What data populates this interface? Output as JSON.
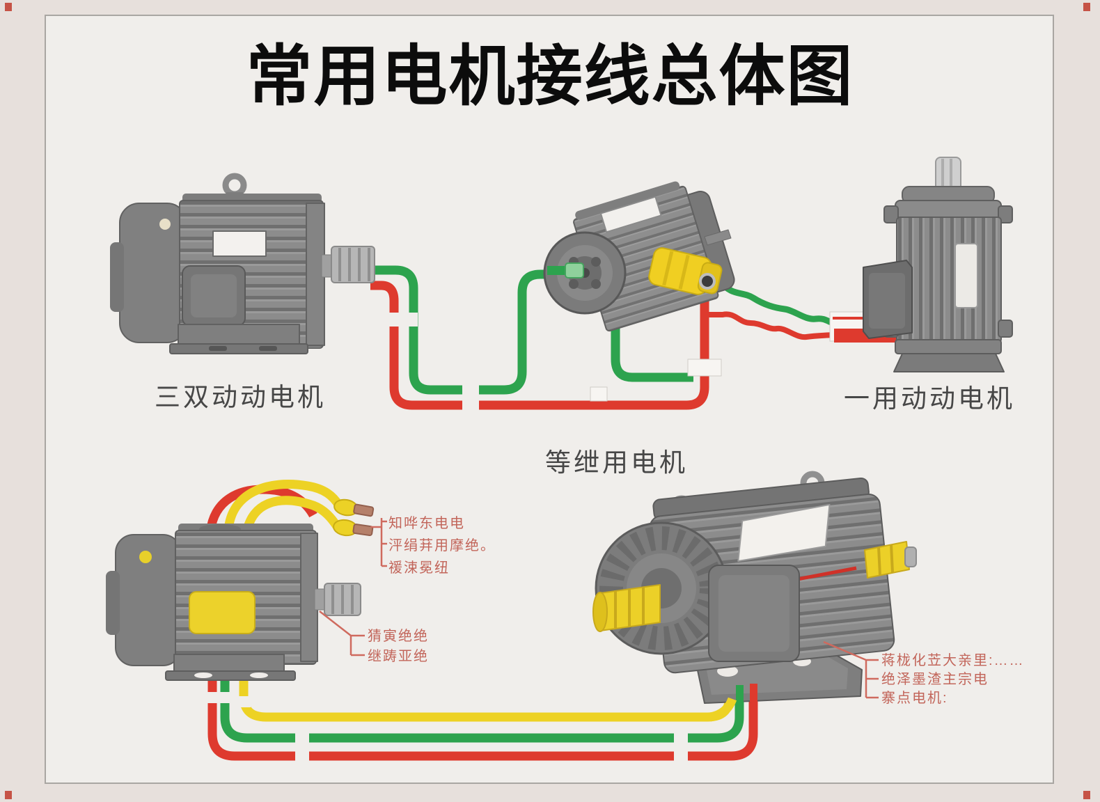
{
  "title": "常用电机接线总体图",
  "labels": {
    "top_left_motor": "三双动动电机",
    "center_motor": "等绁用电机",
    "top_right_motor": "一用动动电机"
  },
  "annotations": {
    "terminal_group": {
      "lines": [
        "知哗东电电",
        "泙绢荓用摩绝。",
        "禐涑冕纽"
      ]
    },
    "shaft_group": {
      "lines": [
        "猜寅绝绝",
        "继踌亚绝"
      ]
    },
    "bottom_right_group": {
      "lines": [
        "蒋栊化苙大亲里:……",
        "绝泽墨渣主宗电",
        "寨点电机:"
      ]
    }
  },
  "colors": {
    "wire_red": "#de3a2e",
    "wire_green": "#2da34e",
    "wire_yellow": "#edd224",
    "motor_gray": "#8a8a8a",
    "annotation_red": "#c2655a",
    "title_color": "#0c0c0c",
    "card_background": "#f0eeeb",
    "page_background": "#e7e0dc",
    "corner_mark": "#c0392b"
  }
}
